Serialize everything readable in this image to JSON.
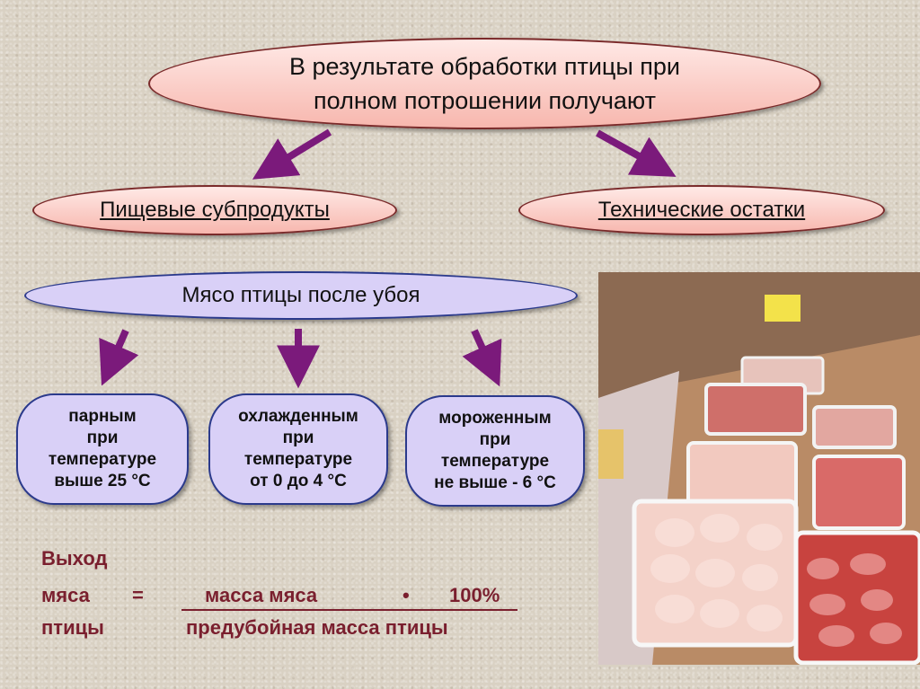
{
  "top": {
    "line1": "В результате обработки птицы при",
    "line2": "полном потрошении получают"
  },
  "food_byproducts": "Пищевые субпродукты",
  "technical_remains": "Технические остатки",
  "meat_after_slaughter": "Мясо птицы после убоя",
  "states": [
    {
      "lines": [
        "парным",
        "при",
        "температуре",
        "выше 25 °C"
      ]
    },
    {
      "lines": [
        "охлажденным",
        "при",
        "температуре",
        "от 0 до 4 °C"
      ]
    },
    {
      "lines": [
        "мороженным",
        "при",
        "температуре",
        "не выше - 6 °C"
      ]
    }
  ],
  "formula": {
    "left1": "Выход",
    "left2": "мяса",
    "left3": "птицы",
    "equals": "=",
    "numerator": "масса мяса",
    "dot": "•",
    "percent": "100%",
    "denominator": "предубойная масса птицы"
  },
  "colors": {
    "arrow": "#7b1a7b",
    "oval_border": "#7a2a2a",
    "formula_text": "#7a1f2e"
  }
}
